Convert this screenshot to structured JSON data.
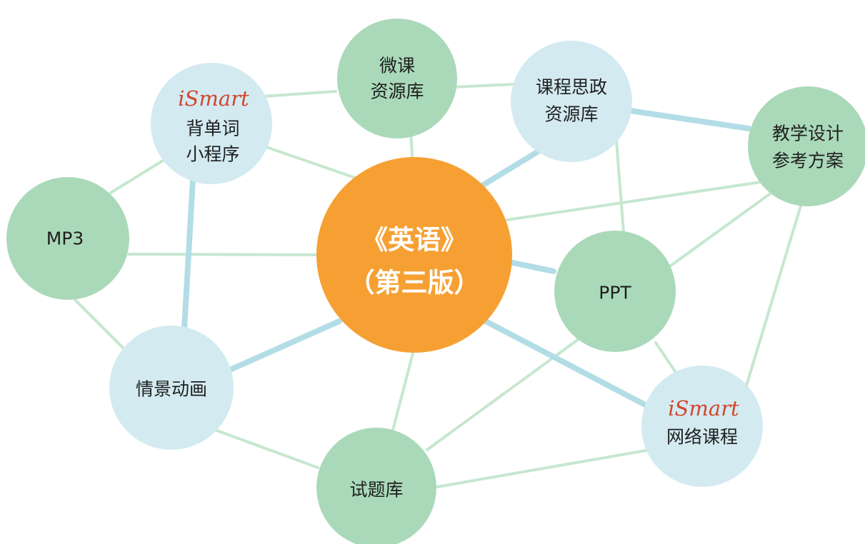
{
  "diagram": {
    "colors": {
      "center_fill": "#f6a033",
      "green_fill": "#aad9b9",
      "blue_fill": "#d3eaf1",
      "thin_edge": "#c6e7cf",
      "thick_edge": "#b3dde6",
      "brand_text": "#d2462b",
      "center_text": "#ffffff",
      "node_text": "#1f1f1f"
    },
    "center": {
      "line1": "《英语》",
      "line2": "（第三版）"
    },
    "nodes": {
      "weike": {
        "line1": "微课",
        "line2": "资源库"
      },
      "kecheng_sizheng": {
        "line1": "课程思政",
        "line2": "资源库"
      },
      "jiaoxue_sheji": {
        "line1": "教学设计",
        "line2": "参考方案"
      },
      "beidanci": {
        "brand": "iSmart",
        "line1": "背单词",
        "line2": "小程序"
      },
      "mp3": {
        "label": "MP3"
      },
      "ppt": {
        "label": "PPT"
      },
      "qingjing_donghua": {
        "label": "情景动画"
      },
      "shitiku": {
        "label": "试题库"
      },
      "wangluo_kecheng": {
        "brand": "iSmart",
        "line1": "网络课程"
      }
    }
  }
}
